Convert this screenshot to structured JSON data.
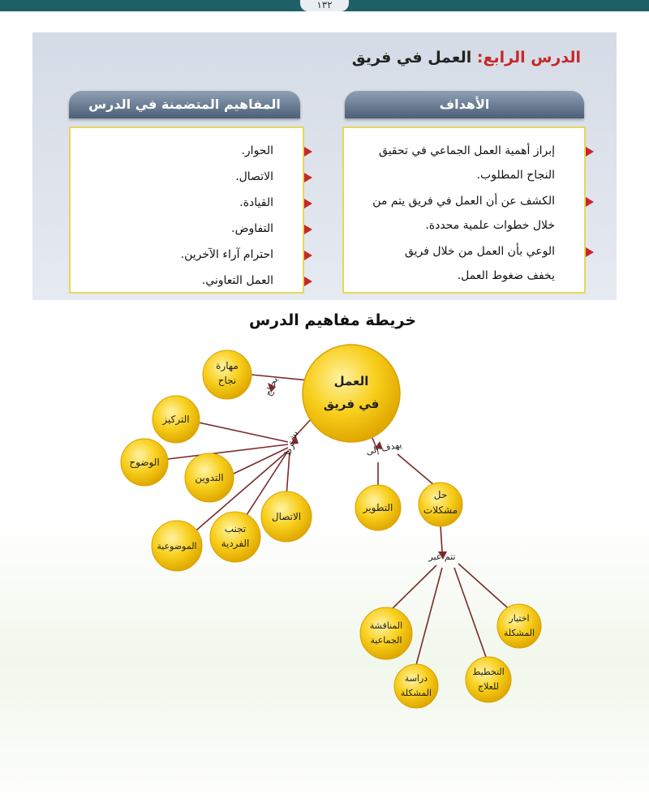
{
  "page_number": "١٣٢",
  "lesson": {
    "prefix": "الدرس الرابع:",
    "title": "العمل في فريق"
  },
  "goals": {
    "header": "الأهداف",
    "lines": [
      "إبراز أهمية العمل الجماعي في تحقيق",
      "النجاح المطلوب.",
      "الكشف عن أن العمل في فريق يتم من",
      "خلال خطوات علمية محددة.",
      "الوعي بأن العمل من خلال فريق",
      "يخفف ضغوط العمل."
    ]
  },
  "concepts": {
    "header": "المفاهيم المتضمنة في الدرس",
    "items": [
      "الحوار.",
      "الاتصال.",
      "القيادة.",
      "التفاوض.",
      "احترام آراء الآخرين.",
      "العمل التعاوني."
    ]
  },
  "map": {
    "title": "خريطة مفاهيم الدرس",
    "center": [
      "العمل",
      "في فريق"
    ],
    "links": {
      "needs": "يحتاج",
      "requires": "يشترط",
      "aims": "يهدف إلى",
      "through": "تتم عبر"
    },
    "skill": [
      "مهارة",
      "نجاح"
    ],
    "conditions": [
      [
        "التركيز"
      ],
      [
        "الوضوح"
      ],
      [
        "التدوين"
      ],
      [
        "الاتصال"
      ],
      [
        "تجنب",
        "الفردية"
      ],
      [
        "الموضوعية"
      ]
    ],
    "aims": [
      [
        "حل",
        "مشكلات"
      ],
      [
        "التطوير"
      ]
    ],
    "steps": [
      [
        "اختيار",
        "المشكلة"
      ],
      [
        "التخطيط",
        "للعلاج"
      ],
      [
        "دراسة",
        "المشكلة"
      ],
      [
        "المناقشة",
        "الجماعية"
      ]
    ]
  },
  "colors": {
    "node": "#f4c514",
    "node_light": "#fff3a3",
    "node_edge": "#e0a800",
    "accent": "#c62828",
    "line": "#7a2a2a"
  }
}
